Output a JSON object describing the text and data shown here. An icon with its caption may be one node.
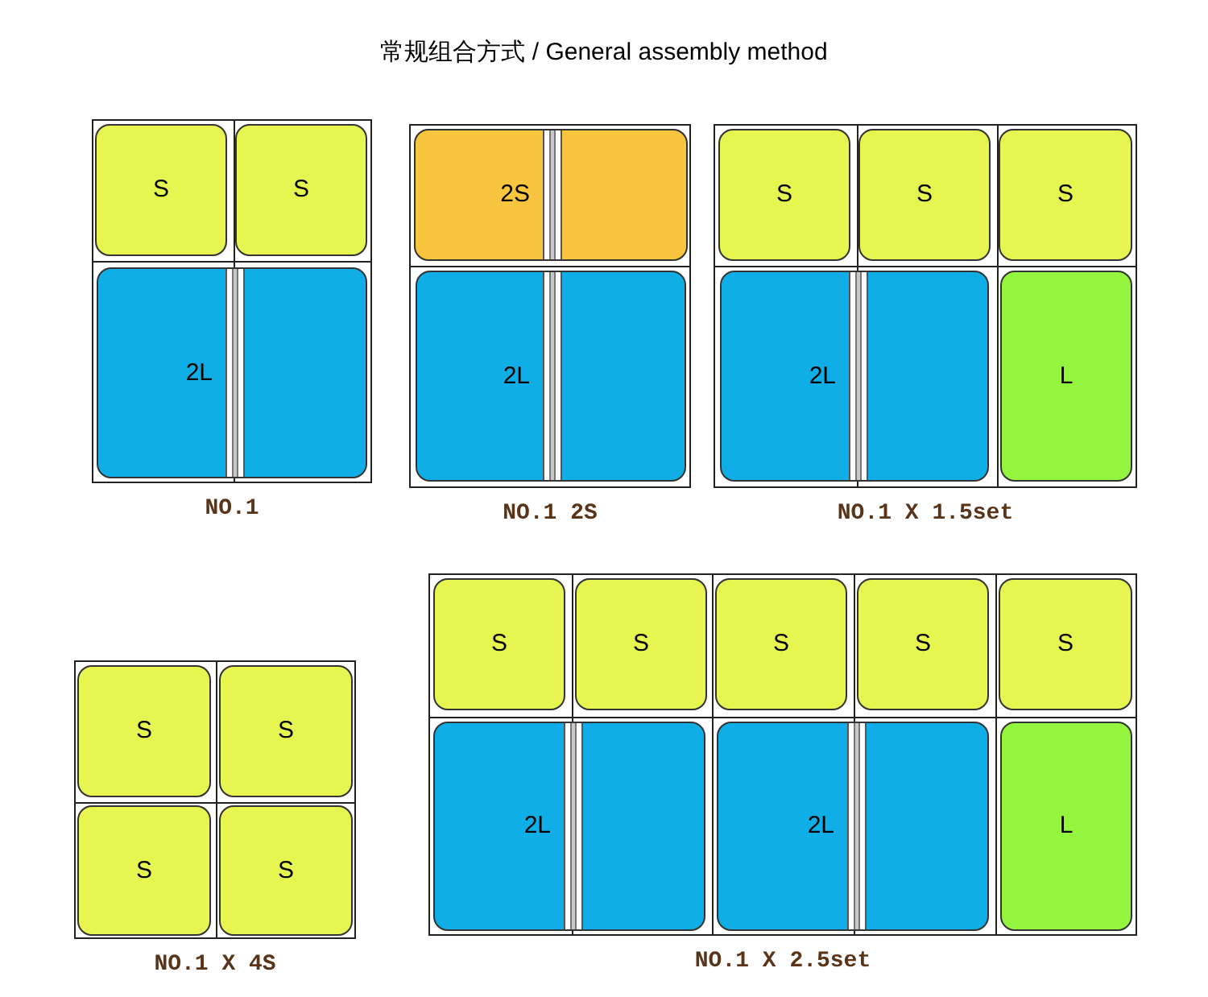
{
  "diagram": {
    "title": "常规组合方式 / General assembly method",
    "nodes": [
      {
        "text": [
          "NO.1"
        ]
      },
      {
        "text": [
          "S"
        ],
        "in": 0
      },
      {
        "text": [
          "S"
        ],
        "in": 0
      },
      {
        "text": [
          "2L"
        ],
        "in": 0
      },
      {
        "text": [
          "NO.1 2S"
        ]
      },
      {
        "text": [
          "2S"
        ],
        "in": 4
      },
      {
        "text": [
          "2L"
        ],
        "in": 4
      },
      {
        "text": [
          "NO.1 X 1.5set"
        ]
      },
      {
        "text": [
          "S"
        ],
        "in": 7
      },
      {
        "text": [
          "S"
        ],
        "in": 7
      },
      {
        "text": [
          "S"
        ],
        "in": 7
      },
      {
        "text": [
          "2L"
        ],
        "in": 7
      },
      {
        "text": [
          "L"
        ],
        "in": 7
      },
      {
        "text": [
          "NO.1 X 4S"
        ]
      },
      {
        "text": [
          "S"
        ],
        "in": 13
      },
      {
        "text": [
          "S"
        ],
        "in": 13
      },
      {
        "text": [
          "S"
        ],
        "in": 13
      },
      {
        "text": [
          "S"
        ],
        "in": 13
      },
      {
        "text": [
          "NO.1 X 2.5set"
        ]
      },
      {
        "text": [
          "S"
        ],
        "in": 18
      },
      {
        "text": [
          "S"
        ],
        "in": 18
      },
      {
        "text": [
          "S"
        ],
        "in": 18
      },
      {
        "text": [
          "S"
        ],
        "in": 18
      },
      {
        "text": [
          "S"
        ],
        "in": 18
      },
      {
        "text": [
          "2L"
        ],
        "in": 18
      },
      {
        "text": [
          "2L"
        ],
        "in": 18
      },
      {
        "text": [
          "L"
        ],
        "in": 18
      }
    ]
  }
}
